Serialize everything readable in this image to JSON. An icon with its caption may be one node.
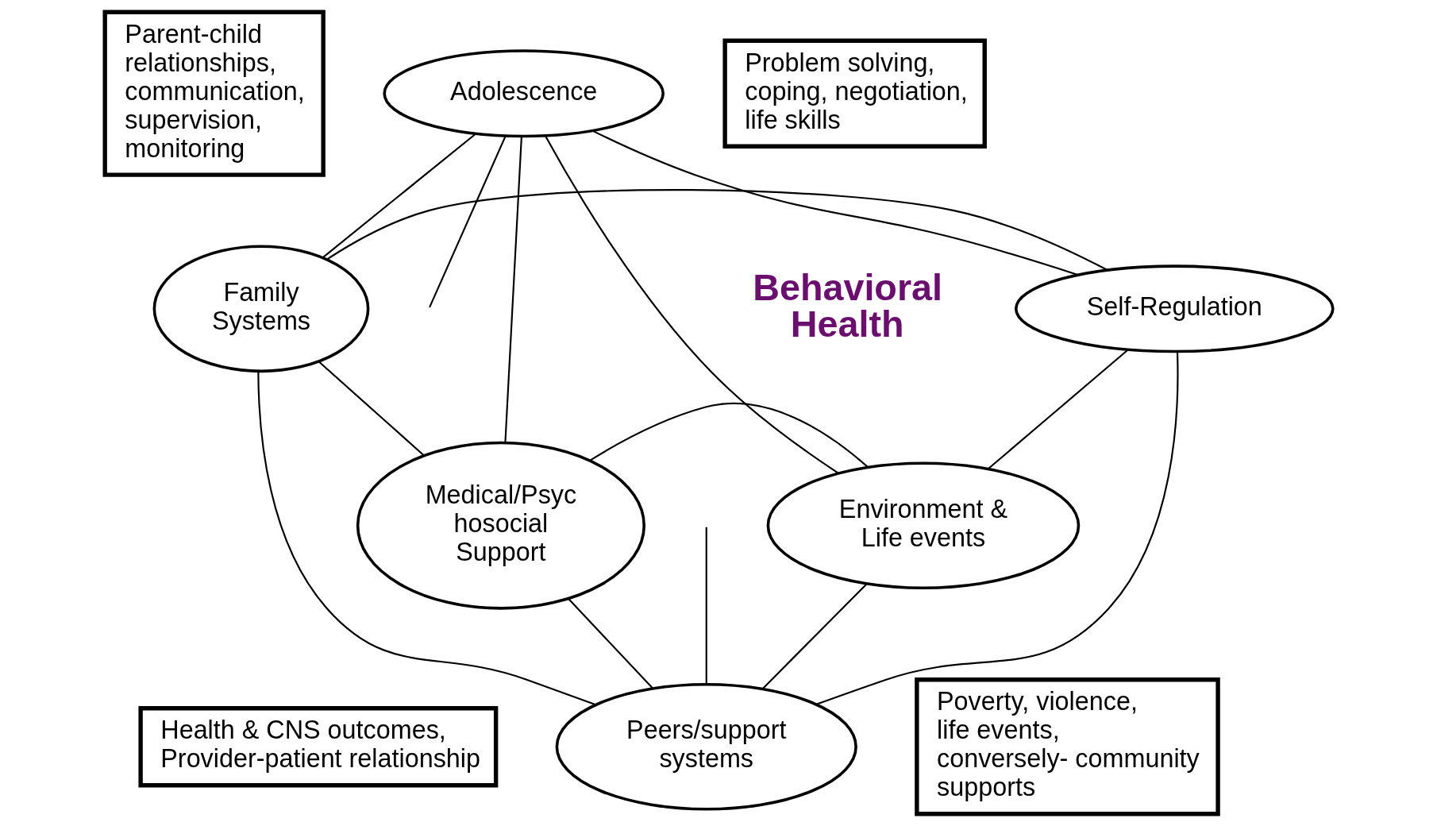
{
  "diagram": {
    "nodes": [
      {
        "text": [
          "Parent-child relationships, communication, supervision, monitoring"
        ]
      },
      {
        "text": [
          "Problem solving, coping, negotiation, life skills"
        ]
      },
      {
        "text": [
          "Adolescence"
        ]
      },
      {
        "text": [
          "Family Systems"
        ]
      },
      {
        "text": [
          "Self-Regulation"
        ]
      },
      {
        "text": [
          "Medical/Psyc hosocial Support"
        ]
      },
      {
        "text": [
          "Environment & Life events"
        ]
      },
      {
        "text": [
          "Health & CNS outcomes, Provider-patient relationship"
        ]
      },
      {
        "text": [
          "Peers/support systems"
        ]
      },
      {
        "text": [
          "Poverty, violence, life events, conversely- community supports"
        ]
      }
    ],
    "edges": [
      {
        "from": 2,
        "to": 3,
        "arrow": "none"
      },
      {
        "from": 2,
        "to": 4,
        "arrow": "none"
      },
      {
        "from": 2,
        "to": 5,
        "arrow": "none"
      },
      {
        "from": 2,
        "to": 6,
        "arrow": "none"
      },
      {
        "from": 2,
        "to": null,
        "arrow": "none"
      },
      {
        "from": 3,
        "to": 4,
        "arrow": "none"
      },
      {
        "from": 3,
        "to": 5,
        "arrow": "none"
      },
      {
        "from": 3,
        "to": 8,
        "arrow": "none"
      },
      {
        "from": 4,
        "to": 6,
        "arrow": "none"
      },
      {
        "from": 4,
        "to": 8,
        "arrow": "none"
      },
      {
        "from": 5,
        "to": 6,
        "arrow": "none"
      },
      {
        "from": 5,
        "to": 8,
        "arrow": "none"
      },
      {
        "from": 6,
        "to": 8,
        "arrow": "none"
      },
      {
        "from": 8,
        "to": null,
        "arrow": "none"
      }
    ],
    "labels": [
      "Behavioral Health"
    ]
  }
}
